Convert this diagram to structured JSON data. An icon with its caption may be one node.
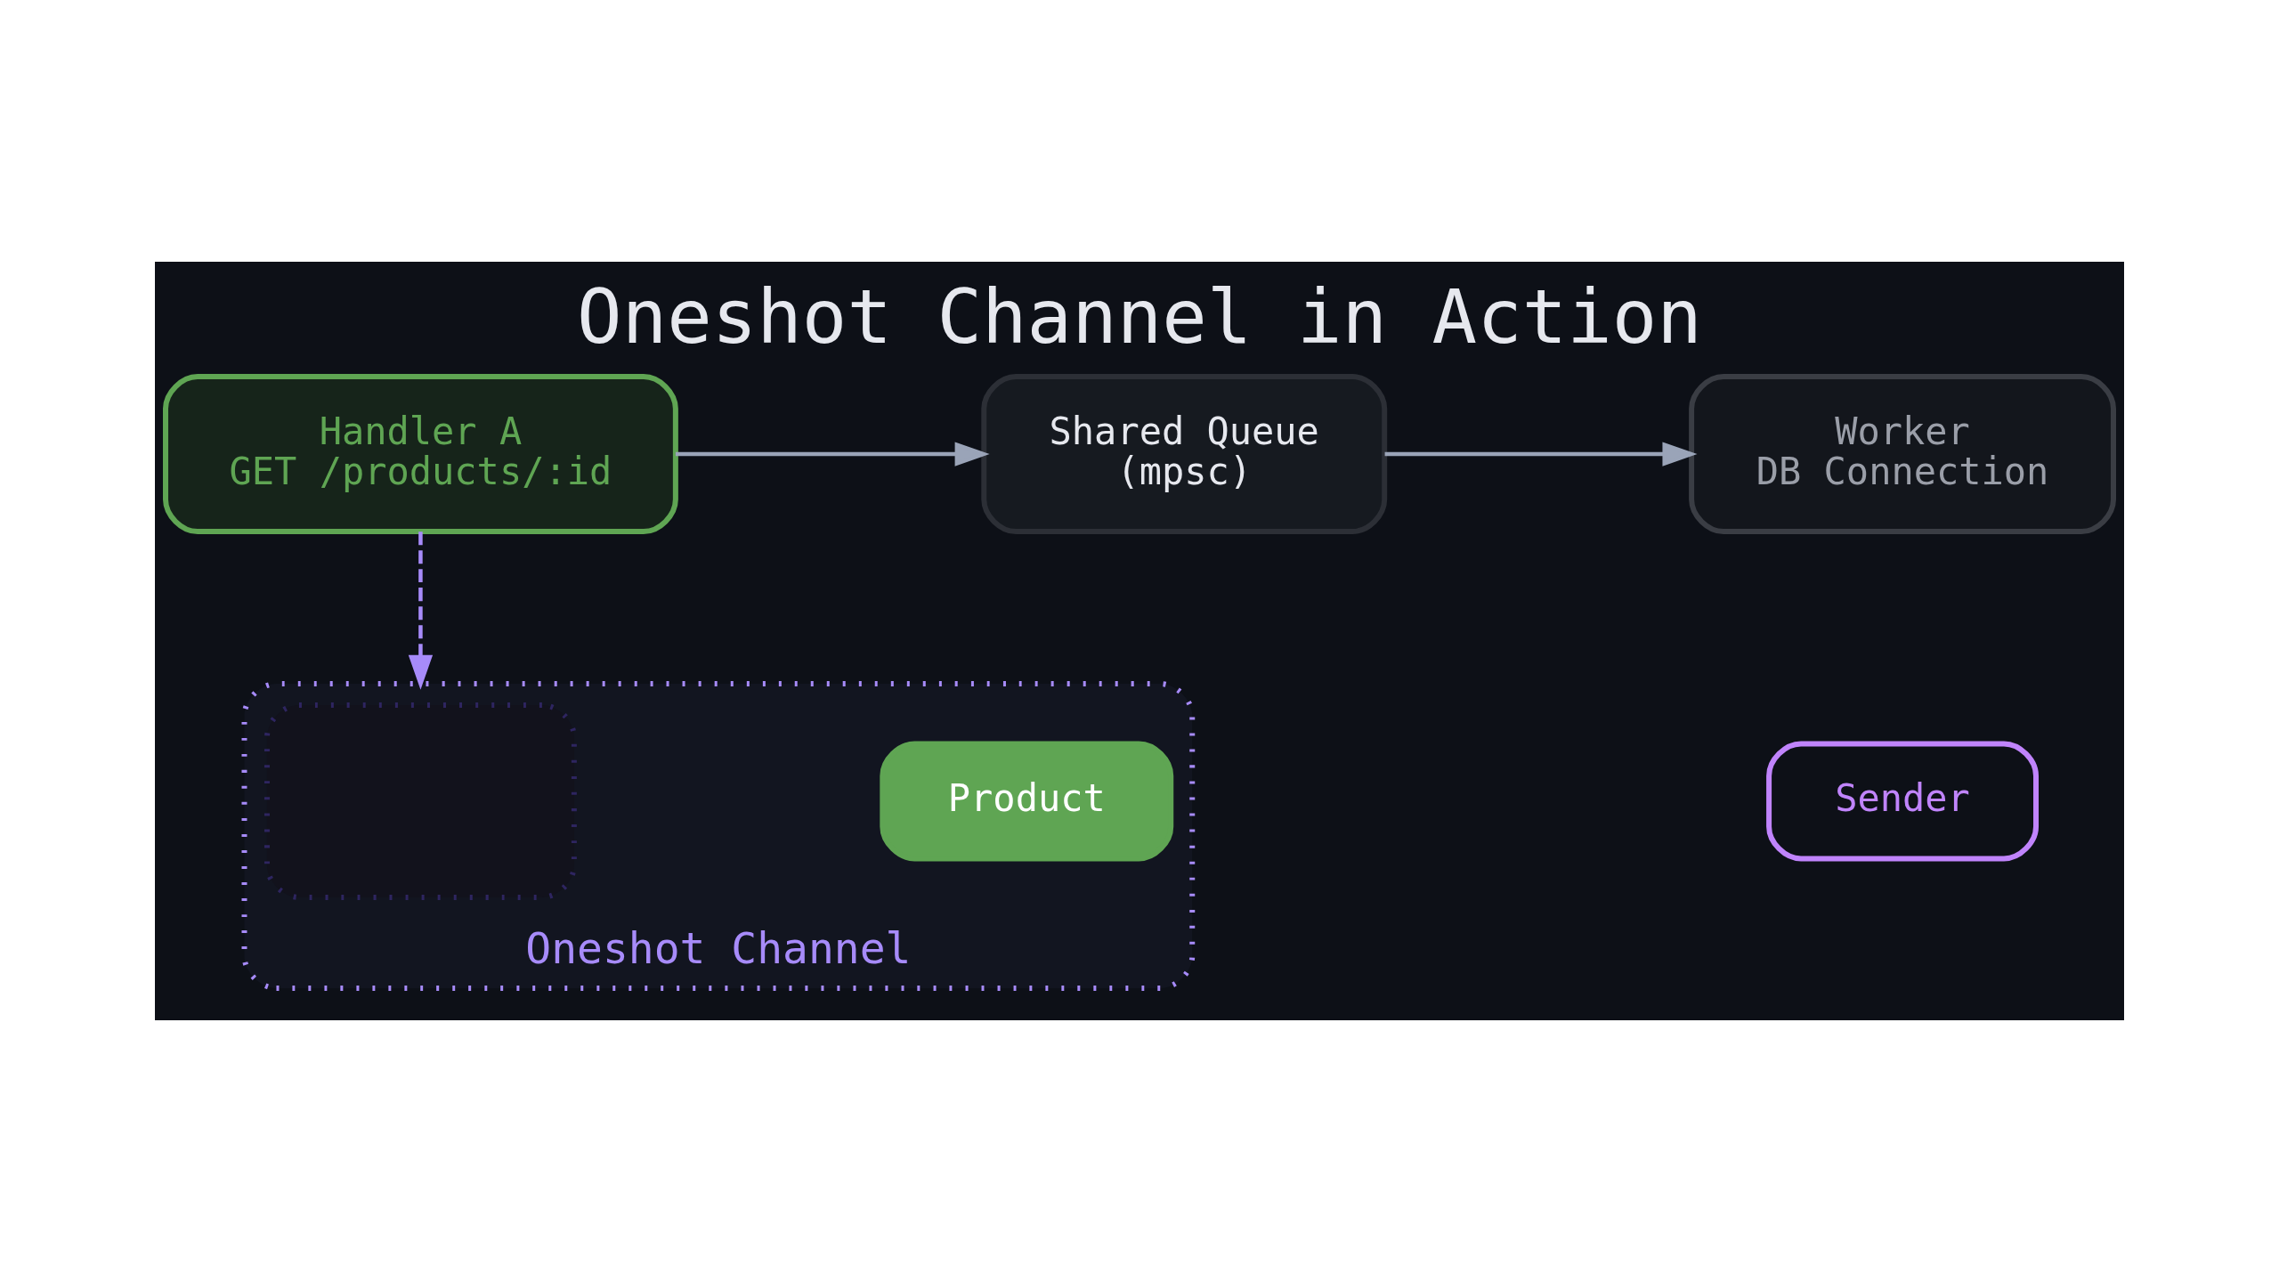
{
  "diagram": {
    "title": "Oneshot Channel in Action",
    "nodes": [
      {
        "text": [
          "Handler A",
          "GET /products/:id"
        ]
      },
      {
        "text": [
          "Shared Queue",
          "(mpsc)"
        ]
      },
      {
        "text": [
          "Worker",
          "DB Connection"
        ]
      },
      {
        "text": [
          "Sender"
        ]
      },
      {
        "text": [
          "Oneshot Channel"
        ]
      },
      {
        "text": [],
        "shape": "box",
        "in": 4
      },
      {
        "text": [
          "Product"
        ],
        "in": 4
      }
    ],
    "edges": [
      {
        "from": 0,
        "to": 1,
        "arrow": "to"
      },
      {
        "from": 1,
        "to": 2,
        "arrow": "to"
      },
      {
        "from": 0,
        "to": 4,
        "arrow": "to",
        "style": "dashed",
        "color": "#a78bfa"
      }
    ]
  }
}
